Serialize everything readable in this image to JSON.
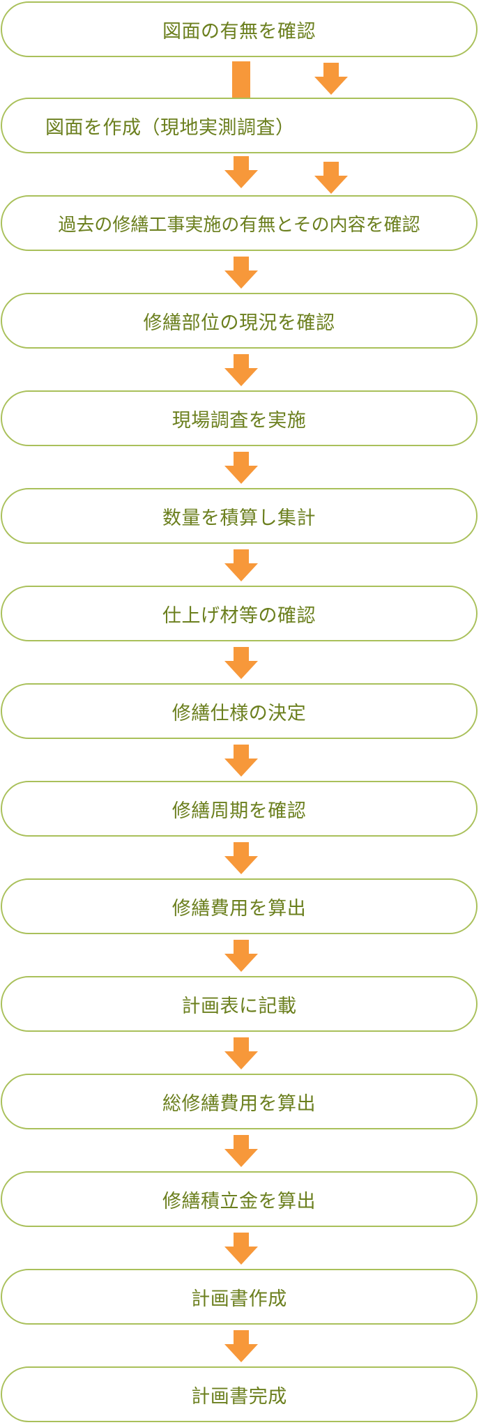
{
  "flow": {
    "steps": [
      "図面の有無を確認",
      "図面を作成（現地実測調査）",
      "過去の修繕工事実施の有無とその内容を確認",
      "修繕部位の現況を確認",
      "現場調査を実施",
      "数量を積算し集計",
      "仕上げ材等の確認",
      "修繕仕様の決定",
      "修繕周期を確認",
      "修繕費用を算出",
      "計画表に記載",
      "総修繕費用を算出",
      "修繕積立金を算出",
      "計画書作成",
      "計画書完成"
    ],
    "colors": {
      "box_border": "#a9c05a",
      "text": "#6b7f1e",
      "arrow": "#f7983a"
    }
  }
}
